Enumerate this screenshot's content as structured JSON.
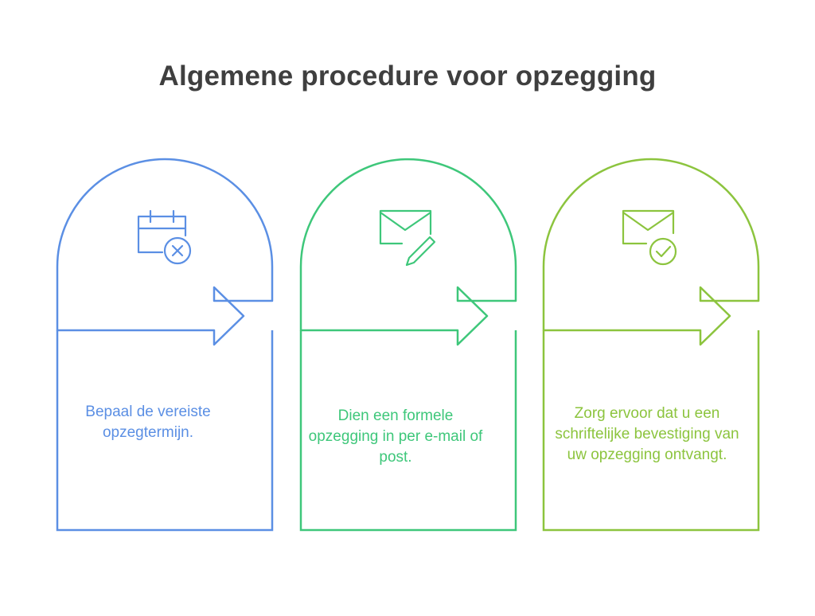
{
  "title": "Algemene procedure voor opzegging",
  "steps": [
    {
      "text": "Bepaal de vereiste opzegtermijn.",
      "color": "#5b8fe4",
      "icon": "calendar-x-icon"
    },
    {
      "text": "Dien een formele opzegging in per e-mail of post.",
      "color": "#3ec77a",
      "icon": "envelope-pencil-icon"
    },
    {
      "text": "Zorg ervoor dat u een schriftelijke bevestiging van uw opzegging ontvangt.",
      "color": "#8cc43e",
      "icon": "envelope-check-icon"
    }
  ]
}
